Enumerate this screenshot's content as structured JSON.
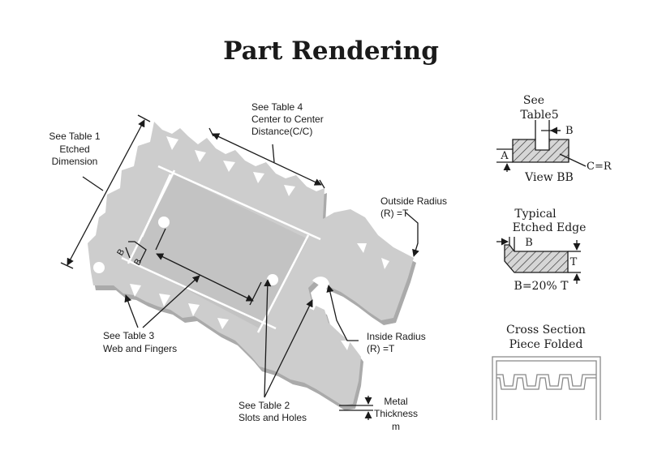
{
  "title": "Part Rendering",
  "callouts": {
    "table1": [
      "See Table 1",
      "Etched",
      "Dimension"
    ],
    "table4": [
      "See Table 4",
      "Center to Center",
      "Distance(C/C)"
    ],
    "outside_radius": [
      "Outside Radius",
      "(R) =T"
    ],
    "inside_radius": [
      "Inside Radius",
      "(R) =T"
    ],
    "table3": [
      "See Table 3",
      "Web and Fingers"
    ],
    "table2": [
      "See Table 2",
      "Slots and Holes"
    ],
    "metal_thickness": [
      "Metal",
      "Thickness",
      "m"
    ],
    "b_small_1": "B",
    "b_small_2": "B"
  },
  "view_bb": {
    "header": [
      "See",
      "Table5"
    ],
    "b_label": "B",
    "a_label": "A",
    "cr_label": "C=R",
    "caption": "View BB"
  },
  "etched_edge": {
    "header": [
      "Typical",
      "Etched Edge"
    ],
    "b_label": "B",
    "t_label": "T",
    "caption": "B=20% T"
  },
  "cross_section": {
    "header": [
      "Cross Section",
      "Piece Folded"
    ]
  }
}
